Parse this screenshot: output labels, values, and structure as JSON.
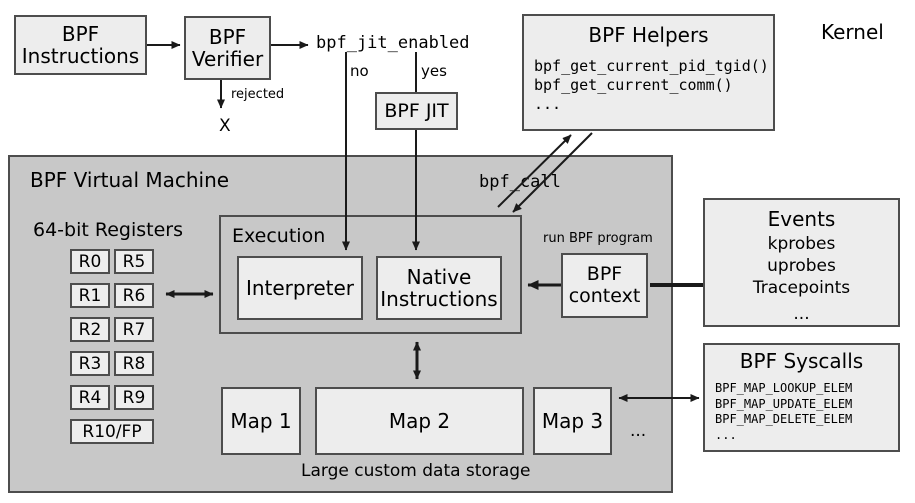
{
  "diagram": {
    "title_label": "Kernel",
    "nodes": {
      "bpf_instructions": {
        "line1": "BPF",
        "line2": "Instructions"
      },
      "bpf_verifier": {
        "line1": "BPF",
        "line2": "Verifier"
      },
      "bpf_jit_enabled": {
        "label": "bpf_jit_enabled"
      },
      "bpf_jit": {
        "label": "BPF JIT"
      },
      "rejected": {
        "label": "rejected",
        "terminal": "X"
      },
      "branch_no": {
        "label": "no"
      },
      "branch_yes": {
        "label": "yes"
      },
      "bpf_helpers": {
        "title": "BPF Helpers",
        "items": [
          "bpf_get_current_pid_tgid()",
          "bpf_get_current_comm()",
          "..."
        ]
      },
      "bpf_call": {
        "label": "bpf_call"
      },
      "vm": {
        "title": "BPF Virtual Machine"
      },
      "registers": {
        "title": "64-bit Registers",
        "column_left": [
          "R0",
          "R1",
          "R2",
          "R3",
          "R4"
        ],
        "column_right": [
          "R5",
          "R6",
          "R7",
          "R8",
          "R9"
        ],
        "wide": "R10/FP"
      },
      "execution": {
        "title": "Execution",
        "interpreter": "Interpreter",
        "native_line1": "Native",
        "native_line2": "Instructions"
      },
      "bpf_context": {
        "line1": "BPF",
        "line2": "context",
        "edge_label": "run BPF program"
      },
      "events": {
        "title": "Events",
        "items": [
          "kprobes",
          "uprobes",
          "Tracepoints",
          "..."
        ]
      },
      "bpf_syscalls": {
        "title": "BPF Syscalls",
        "items": [
          "BPF_MAP_LOOKUP_ELEM",
          "BPF_MAP_UPDATE_ELEM",
          "BPF_MAP_DELETE_ELEM",
          "..."
        ]
      },
      "maps": {
        "items": [
          "Map 1",
          "Map 2",
          "Map 3"
        ],
        "ellipsis": "...",
        "caption": "Large custom data storage"
      }
    },
    "colors": {
      "box_fill": "#ededed",
      "box_stroke": "#4d4d4d",
      "vm_fill": "#c8c8c8",
      "page_bg": "#ffffff",
      "text": "#000000"
    }
  }
}
